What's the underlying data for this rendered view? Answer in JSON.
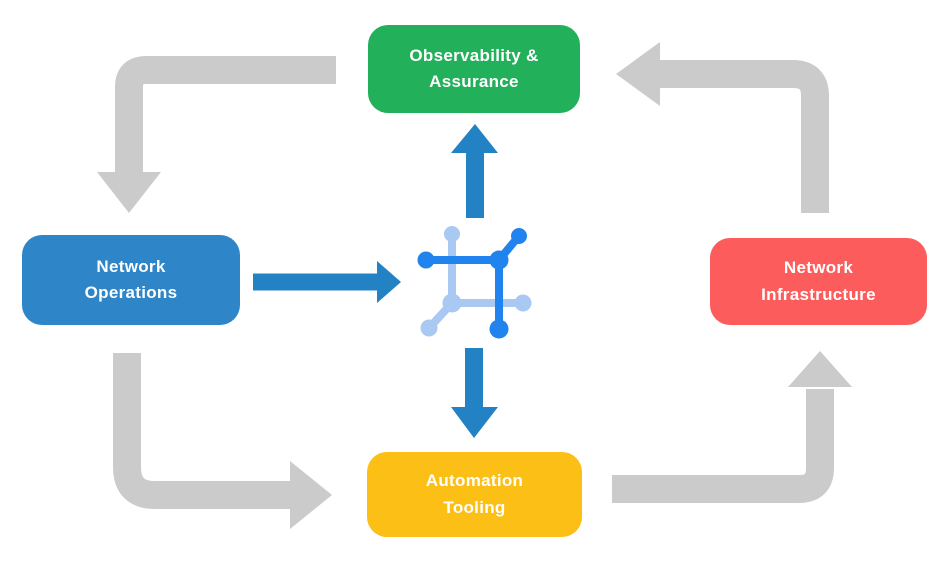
{
  "colors": {
    "green": "#22b05b",
    "blue": "#2e86c9",
    "red": "#fd5c5c",
    "yellow": "#fcbf16",
    "gray": "#cbcbcb",
    "arrow-blue": "#2282c4",
    "icon-dark": "#2184ee",
    "icon-light": "#a9c9f3",
    "canvas-bg": "#ffffff",
    "label-text": "#ffffff"
  },
  "nodes": {
    "observability": {
      "line1": "Observability &",
      "line2": "Assurance",
      "color": "#22b05b"
    },
    "operations": {
      "line1": "Network",
      "line2": "Operations",
      "color": "#2e86c9"
    },
    "infrastructure": {
      "line1": "Network",
      "line2": "Infrastructure",
      "color": "#fd5c5c"
    },
    "automation": {
      "line1": "Automation",
      "line2": "Tooling",
      "color": "#fcbf16"
    }
  },
  "center_icon": {
    "name": "network-topology-icon",
    "dark_color": "#2184ee",
    "light_color": "#a9c9f3"
  },
  "flow": {
    "cycle_arrows": [
      "observability-to-operations",
      "operations-to-automation",
      "automation-to-infrastructure",
      "infrastructure-to-observability"
    ],
    "hub_arrows": [
      "operations-to-hub",
      "hub-to-observability",
      "hub-to-automation"
    ]
  }
}
